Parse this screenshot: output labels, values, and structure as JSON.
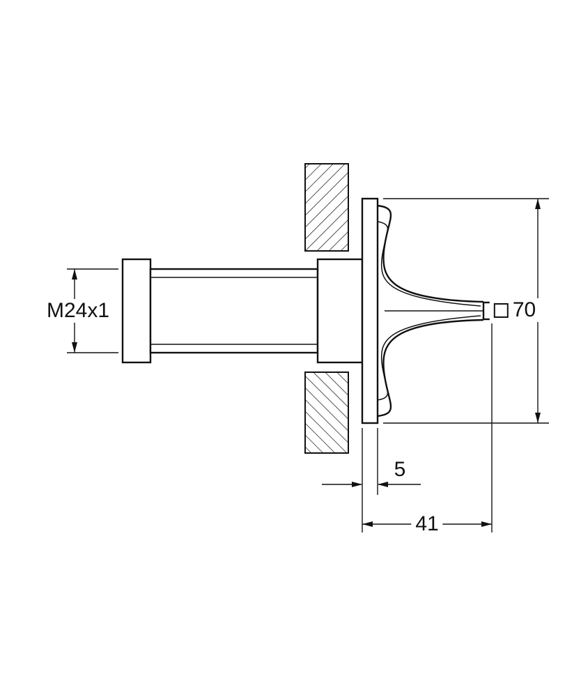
{
  "drawing": {
    "type": "technical-dimension-drawing",
    "labels": {
      "thread": "M24x1",
      "plate_square_size": "70",
      "plate_thickness": "5",
      "projection": "41"
    },
    "colors": {
      "line": "#111111",
      "background": "#ffffff"
    }
  }
}
